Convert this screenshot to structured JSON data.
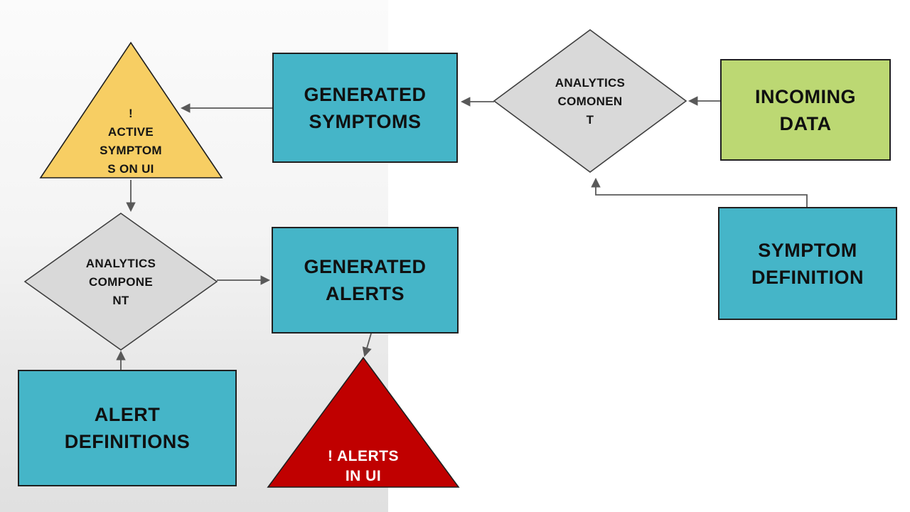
{
  "diagram": {
    "title": "symptom and alert analytics flow",
    "nodes": {
      "active_symptoms_ui": {
        "shape": "triangle",
        "fill": "#f7ce63",
        "label": "!\nACTIVE\nSYMPTOM\nS ON UI"
      },
      "generated_symptoms": {
        "shape": "rectangle",
        "fill": "#45b5c8",
        "label": "GENERATED\nSYMPTOMS"
      },
      "analytics_component_top": {
        "shape": "diamond",
        "fill": "#d9d9d9",
        "label": "ANALYTICS\nCOMONEN\nT"
      },
      "incoming_data": {
        "shape": "rectangle",
        "fill": "#bcd873",
        "label": "INCOMING\nDATA"
      },
      "symptom_definition": {
        "shape": "rectangle",
        "fill": "#45b5c8",
        "label": "SYMPTOM\nDEFINITION"
      },
      "analytics_component_left": {
        "shape": "diamond",
        "fill": "#d9d9d9",
        "label": "ANALYTICS\nCOMPONE\nNT"
      },
      "generated_alerts": {
        "shape": "rectangle",
        "fill": "#45b5c8",
        "label": "GENERATED\nALERTS"
      },
      "alert_definitions": {
        "shape": "rectangle",
        "fill": "#45b5c8",
        "label": "ALERT\nDEFINITIONS"
      },
      "alerts_in_ui": {
        "shape": "triangle",
        "fill": "#c00000",
        "label": "! ALERTS\nIN UI"
      }
    },
    "edges": [
      {
        "from": "incoming_data",
        "to": "analytics_component_top"
      },
      {
        "from": "analytics_component_top",
        "to": "generated_symptoms"
      },
      {
        "from": "generated_symptoms",
        "to": "active_symptoms_ui"
      },
      {
        "from": "symptom_definition",
        "to": "analytics_component_top"
      },
      {
        "from": "active_symptoms_ui",
        "to": "analytics_component_left"
      },
      {
        "from": "alert_definitions",
        "to": "analytics_component_left"
      },
      {
        "from": "analytics_component_left",
        "to": "generated_alerts"
      },
      {
        "from": "generated_alerts",
        "to": "alerts_in_ui"
      }
    ],
    "colors": {
      "rect_blue": "#45b5c8",
      "rect_green": "#bcd873",
      "triangle_yellow": "#f7ce63",
      "triangle_red": "#c00000",
      "diamond_gray": "#d9d9d9",
      "connector_gray": "#595959",
      "text_dark": "#101010",
      "text_light": "#ffffff"
    }
  }
}
